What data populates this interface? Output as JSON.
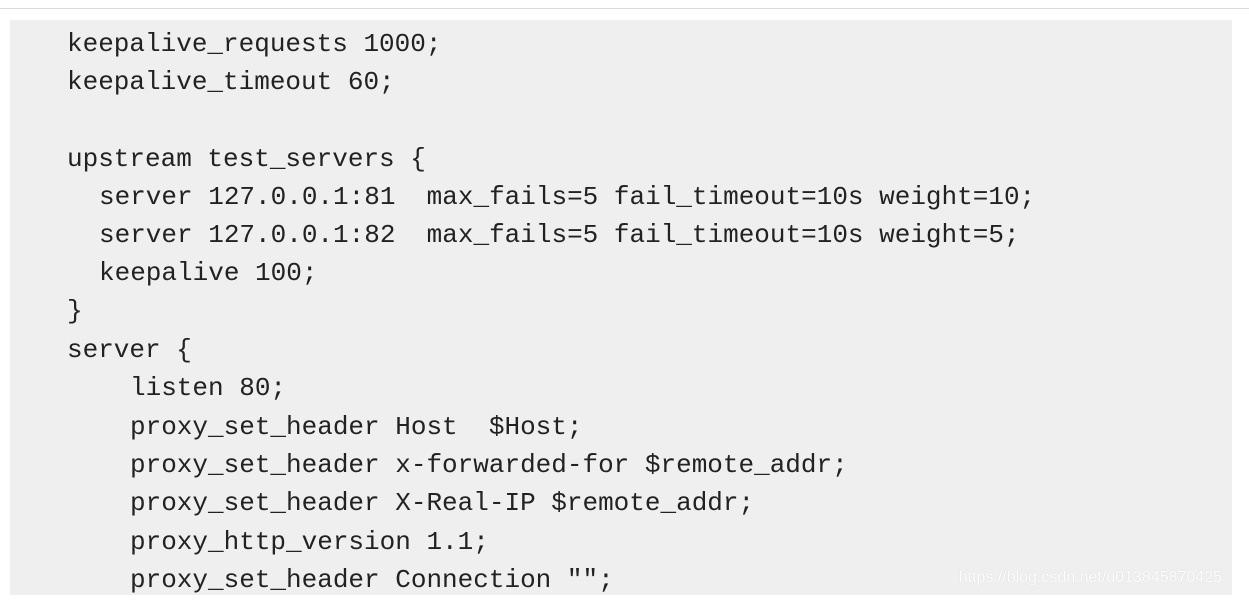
{
  "code": {
    "lines": [
      "keepalive_requests 1000;",
      "keepalive_timeout 60;",
      "upstream test_servers {",
      "server 127.0.0.1:81  max_fails=5 fail_timeout=10s weight=10;",
      "server 127.0.0.1:82  max_fails=5 fail_timeout=10s weight=5;",
      "keepalive 100;",
      "}",
      "server {",
      "listen 80;",
      "proxy_set_header Host  $Host;",
      "proxy_set_header x-forwarded-for $remote_addr;",
      "proxy_set_header X-Real-IP $remote_addr;",
      "proxy_http_version 1.1;",
      "proxy_set_header Connection \"\";"
    ]
  },
  "watermark": {
    "text": "https://blog.csdn.net/u013845870425"
  }
}
